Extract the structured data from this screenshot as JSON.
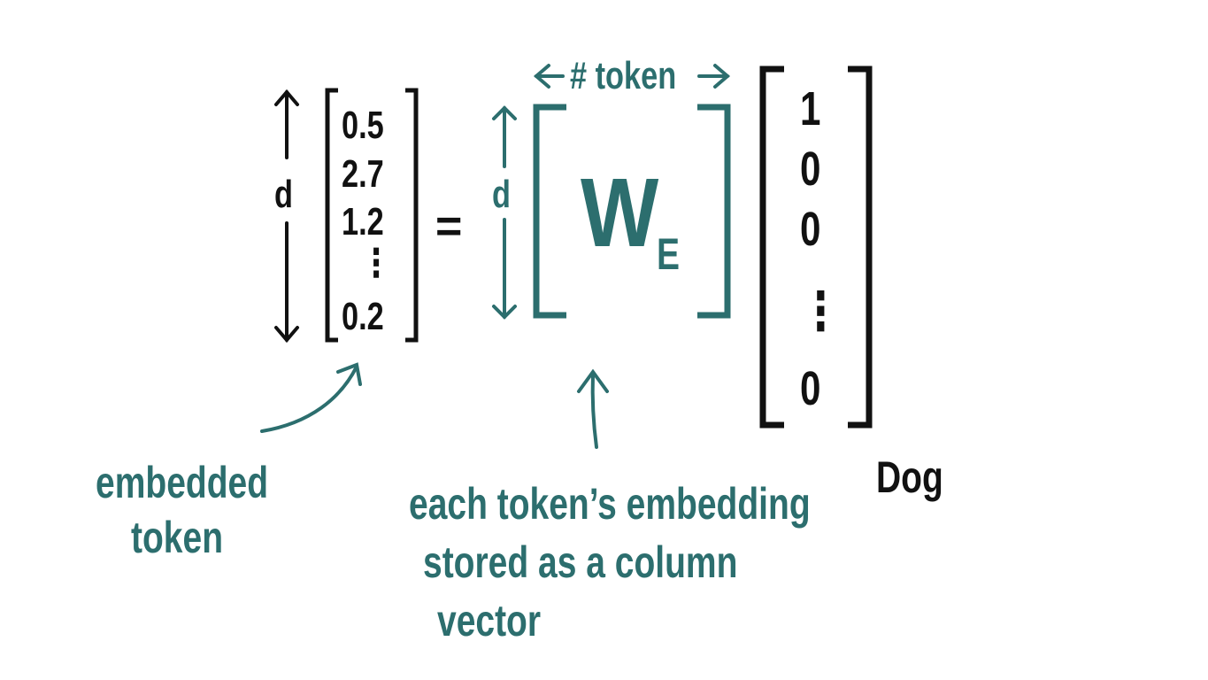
{
  "colors": {
    "accent": "#2c6e6e",
    "ink": "#111111",
    "background": "#ffffff"
  },
  "left_vector": {
    "dimension_label": "d",
    "entries": [
      "0.5",
      "2.7",
      "1.2",
      "⋮",
      "0.2"
    ]
  },
  "equals_sign": "=",
  "matrix": {
    "width_label": "# token",
    "dimension_label": "d",
    "symbol": "W",
    "subscript": "E"
  },
  "one_hot_vector": {
    "entries": [
      "1",
      "0",
      "0",
      "⋮",
      "0"
    ],
    "caption": "Dog"
  },
  "annotations": {
    "embedded_token": [
      "embedded",
      "token"
    ],
    "column_note": [
      "each token’s embedding",
      "stored as a column",
      "vector"
    ]
  }
}
